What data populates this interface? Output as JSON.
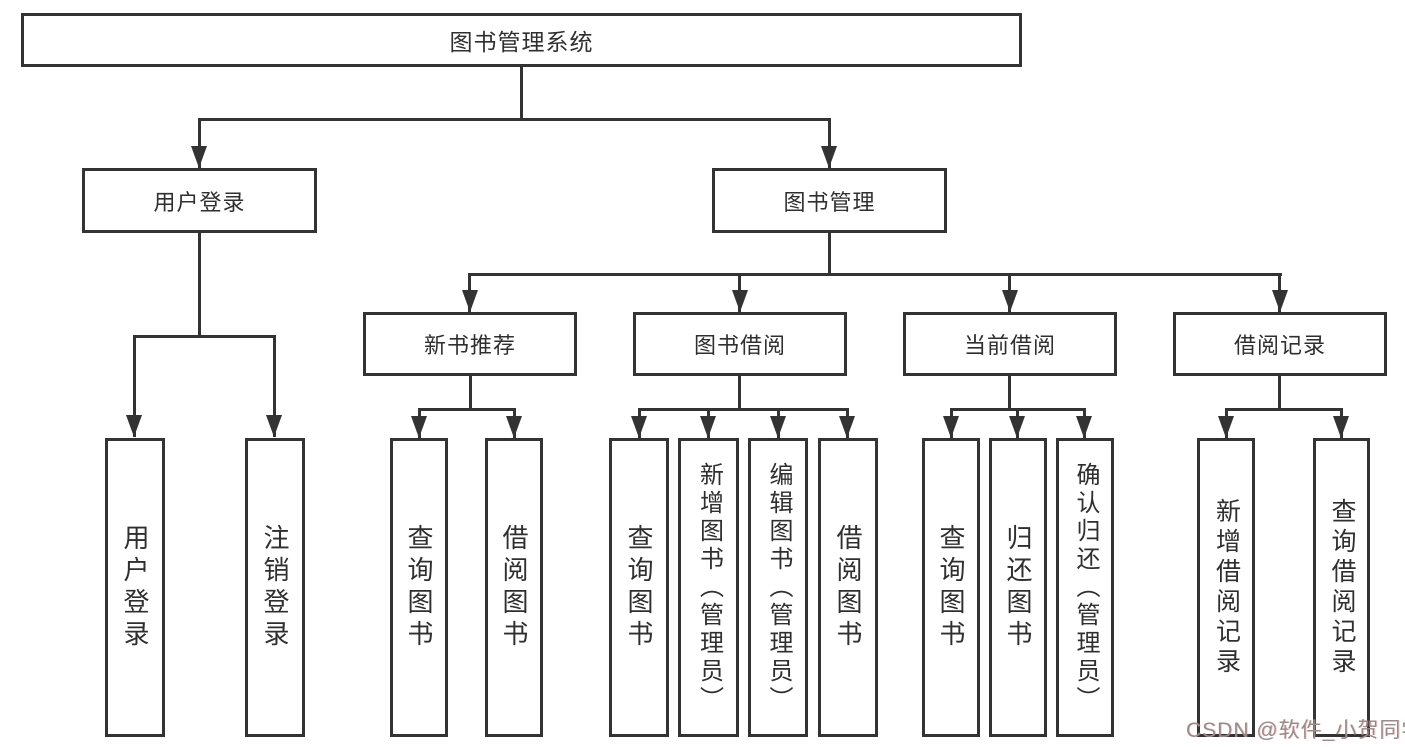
{
  "diagram": {
    "root": {
      "label": "图书管理系统"
    },
    "level2": {
      "user_login": {
        "label": "用户登录"
      },
      "book_management": {
        "label": "图书管理"
      }
    },
    "level3": {
      "new_book_recommend": {
        "label": "新书推荐"
      },
      "book_borrow": {
        "label": "图书借阅"
      },
      "current_borrow": {
        "label": "当前借阅"
      },
      "borrow_records": {
        "label": "借阅记录"
      }
    },
    "leaves": {
      "user_login": [
        "用户登录",
        "注销登录"
      ],
      "new_book_recommend": [
        "查询图书",
        "借阅图书"
      ],
      "book_borrow": [
        "查询图书",
        "新增图书（管理员）",
        "编辑图书（管理员）",
        "借阅图书"
      ],
      "current_borrow": [
        "查询图书",
        "归还图书",
        "确认归还（管理员）"
      ],
      "borrow_records": [
        "新增借阅记录",
        "查询借阅记录"
      ]
    }
  },
  "watermark": {
    "text": "CSDN @软件_小贺同学"
  },
  "colors": {
    "line": "#333333",
    "watermark": "#9a8a8a",
    "background": "#ffffff"
  }
}
